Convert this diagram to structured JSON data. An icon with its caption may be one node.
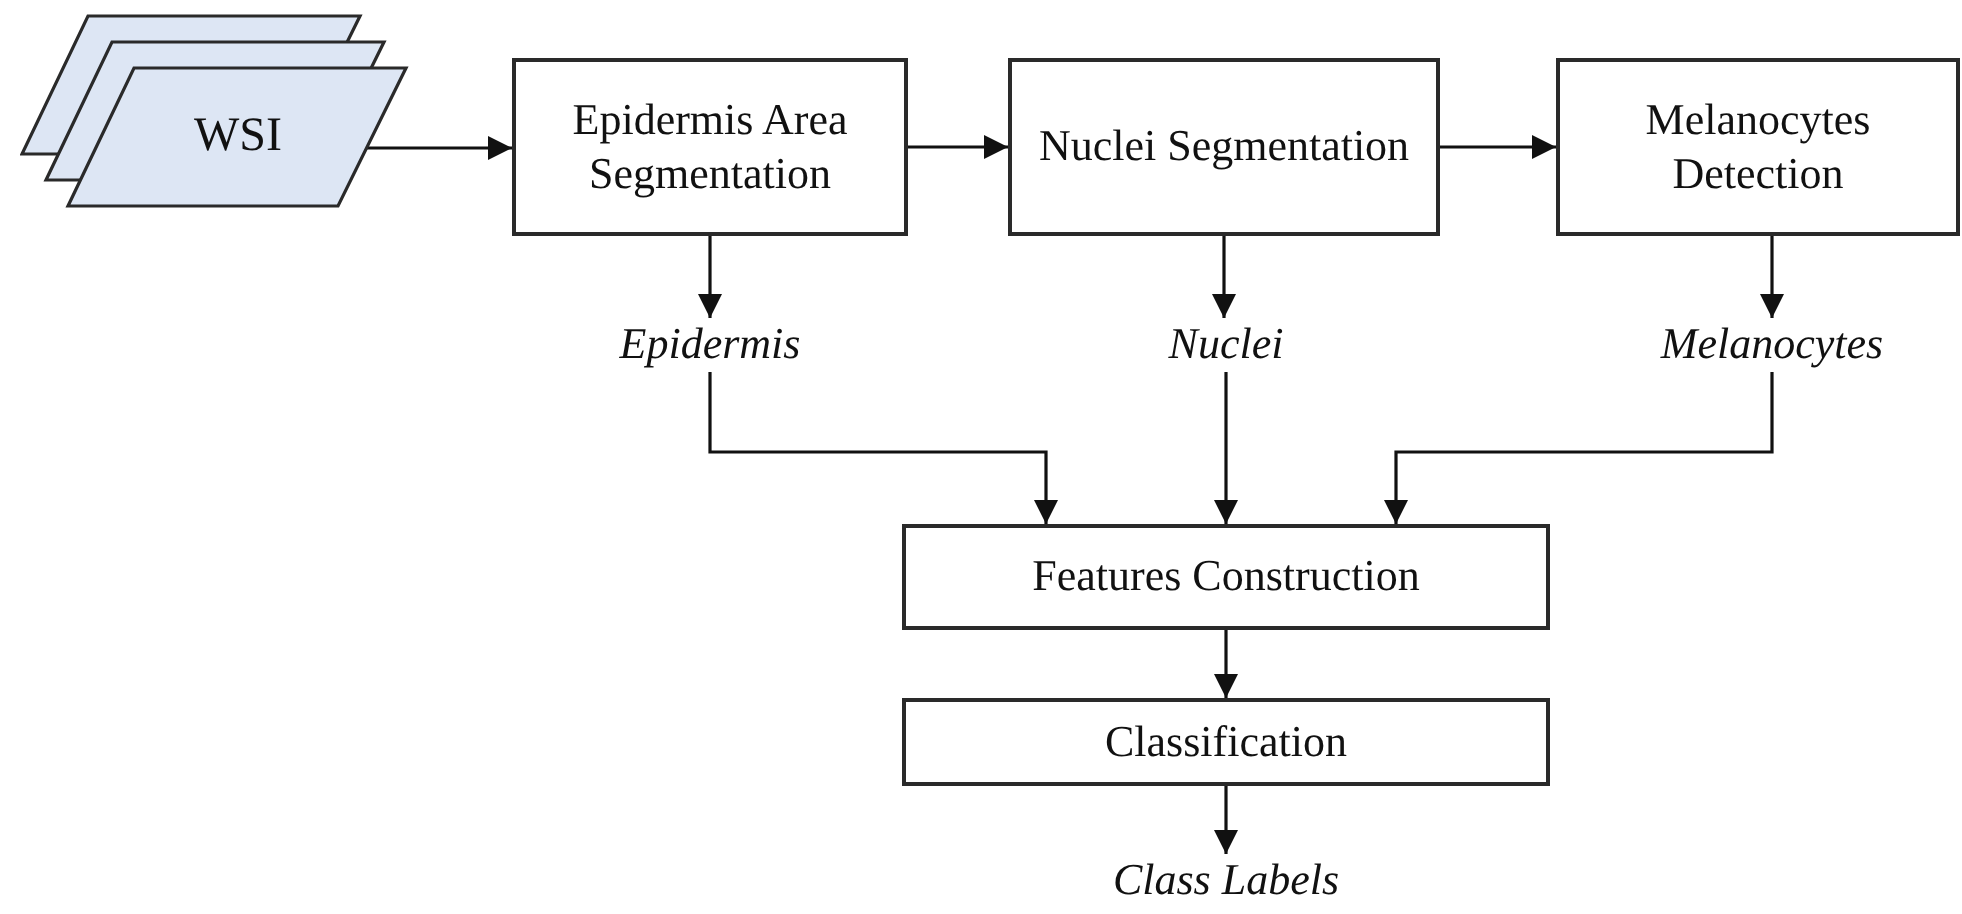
{
  "diagram": {
    "nodes": [
      {
        "text": [
          "WSI"
        ]
      },
      {
        "text": [
          "Epidermis Area Segmentation"
        ]
      },
      {
        "text": [
          "Nuclei Segmentation"
        ]
      },
      {
        "text": [
          "Melanocytes Detection"
        ]
      },
      {
        "text": [
          "Epidermis"
        ]
      },
      {
        "text": [
          "Nuclei"
        ]
      },
      {
        "text": [
          "Melanocytes"
        ]
      },
      {
        "text": [
          "Features Construction"
        ]
      },
      {
        "text": [
          "Classification"
        ]
      },
      {
        "text": [
          "Class Labels"
        ]
      }
    ],
    "edges": [
      {
        "from": 0,
        "to": 1,
        "arrow": "to"
      },
      {
        "from": 1,
        "to": 2,
        "arrow": "to"
      },
      {
        "from": 2,
        "to": 3,
        "arrow": "to"
      },
      {
        "from": 1,
        "to": 4,
        "arrow": "to"
      },
      {
        "from": 2,
        "to": 5,
        "arrow": "to"
      },
      {
        "from": 3,
        "to": 6,
        "arrow": "to"
      },
      {
        "from": 4,
        "to": 7,
        "arrow": "to"
      },
      {
        "from": 5,
        "to": 7,
        "arrow": "to"
      },
      {
        "from": 6,
        "to": 7,
        "arrow": "to"
      },
      {
        "from": 7,
        "to": 8,
        "arrow": "to"
      },
      {
        "from": 8,
        "to": 9,
        "arrow": "to"
      }
    ]
  }
}
